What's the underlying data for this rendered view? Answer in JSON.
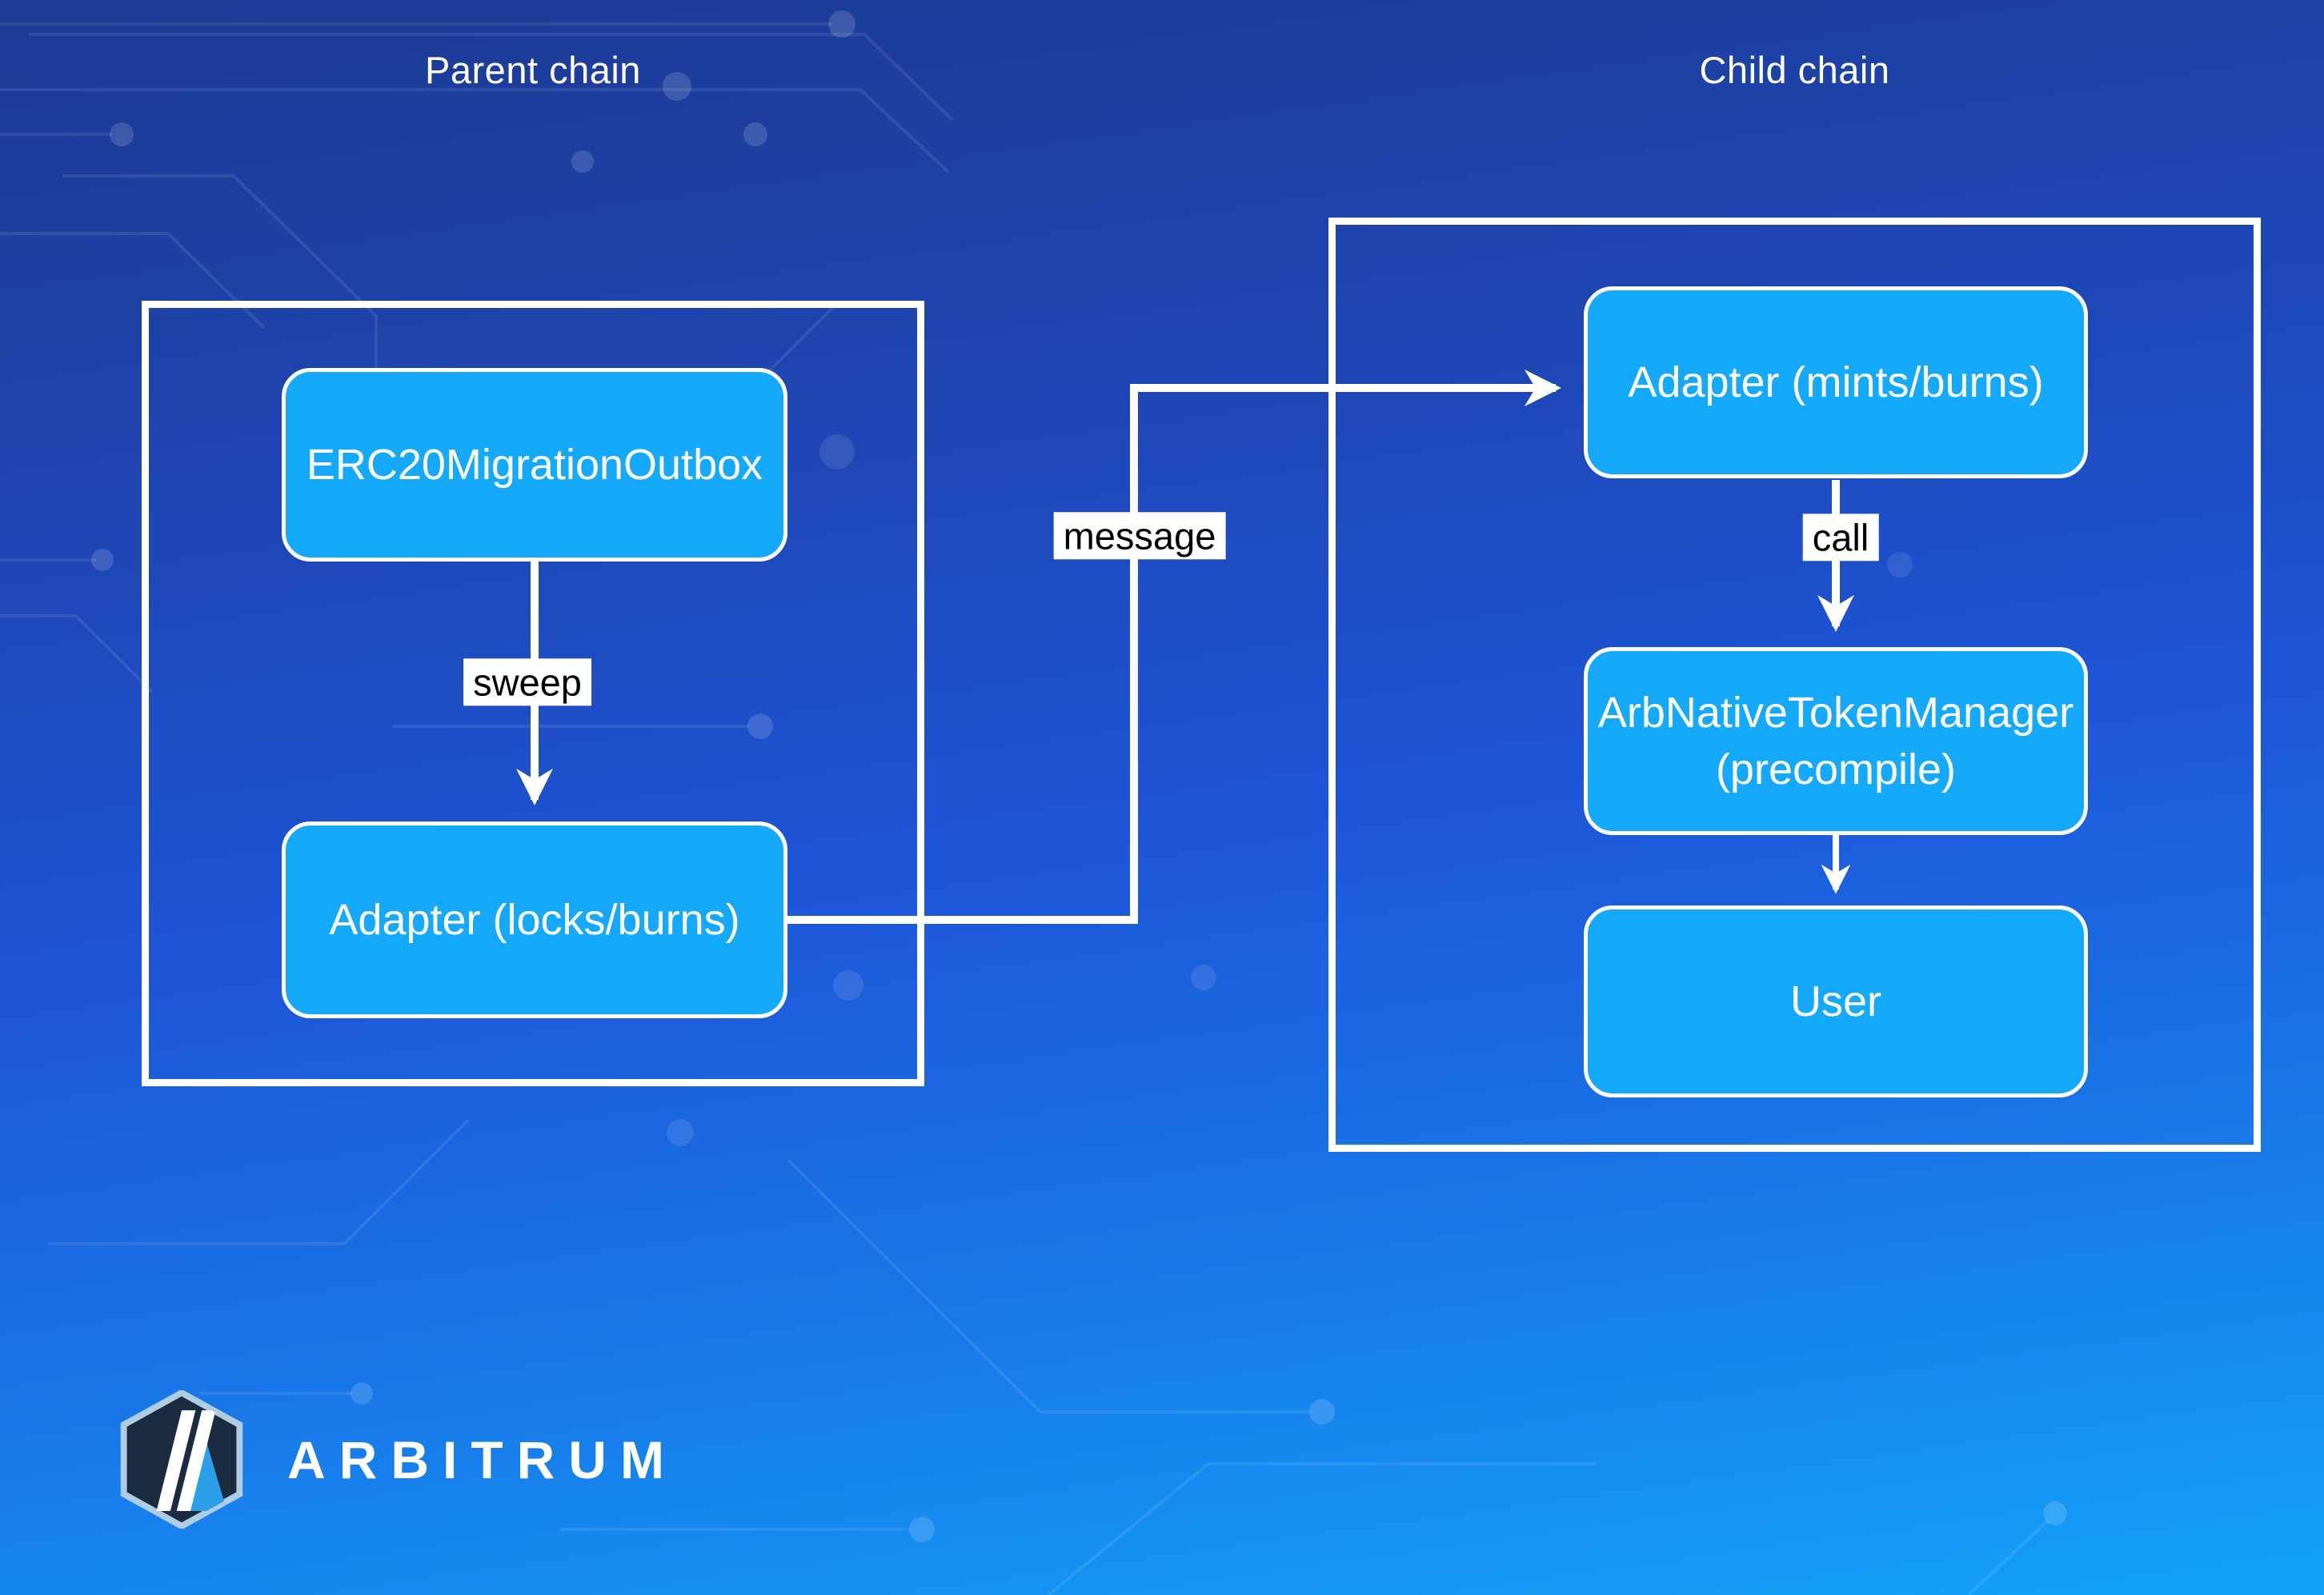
{
  "diagram": {
    "parent_group_label": "Parent chain",
    "child_group_label": "Child chain",
    "nodes": {
      "erc20_outbox": "ERC20MigrationOutbox",
      "adapter_locks": "Adapter (locks/burns)",
      "adapter_mints": "Adapter (mints/burns)",
      "arb_native_token_manager_line1": "ArbNativeTokenManager",
      "arb_native_token_manager_line2": "(precompile)",
      "user": "User"
    },
    "edges": {
      "sweep": "sweep",
      "message": "message",
      "call": "call"
    }
  },
  "footer": {
    "brand": "ARBITRUM",
    "logo_icon": "arbitrum-hexagon-logo"
  },
  "theme": {
    "bg_top": "#1D3A93",
    "bg_upper": "#1E47B6",
    "bg_mid": "#1E55D8",
    "bg_lower": "#1879E9",
    "bg_bottom": "#12A3F9",
    "node_fill": "#14A9FB",
    "stroke": "#FFFFFF",
    "edge_label_bg": "#FFFFFF",
    "edge_label_text": "#000000",
    "logo_hex_fill": "#1B2B40",
    "logo_hex_border": "#AECDE2",
    "logo_accent": "#2D9EE8"
  }
}
